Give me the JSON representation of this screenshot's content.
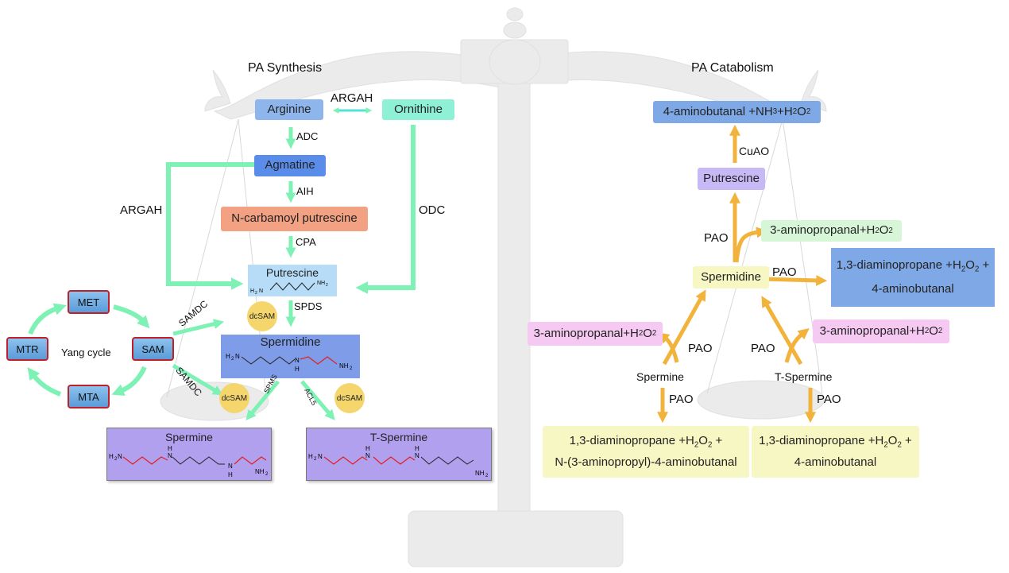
{
  "headings": {
    "synthesis": "PA Synthesis",
    "catabolism": "PA Catabolism"
  },
  "synthesis": {
    "arginine": "Arginine",
    "ornithine": "Ornithine",
    "agmatine": "Agmatine",
    "n_carbamoyl": "N-carbamoyl putrescine",
    "putrescine": "Putrescine",
    "spermidine": "Spermidine",
    "spermine": "Spermine",
    "t_spermine": "T-Spermine",
    "enzymes": {
      "argah_top": "ARGAH",
      "adc": "ADC",
      "aih": "AIH",
      "cpa": "CPA",
      "spds": "SPDS",
      "argah_left": "ARGAH",
      "odc": "ODC",
      "samdc_upper": "SAMDC",
      "samdc_lower": "SAMDC",
      "spms": "SPMS",
      "acl5": "ACL5"
    },
    "dcsam": [
      "dcSAM",
      "dcSAM",
      "dcSAM"
    ],
    "atoms": {
      "h2n": "H2N",
      "nh2": "NH2",
      "n": "N",
      "h": "H"
    }
  },
  "yang_cycle": {
    "met": "MET",
    "sam": "SAM",
    "mta": "MTA",
    "mtr": "MTR",
    "label": "Yang cycle"
  },
  "catabolism": {
    "top_product": {
      "a": "4-aminobutanal +NH",
      "b": "3",
      "c": " +H",
      "d": "2",
      "e": "O",
      "f": "2"
    },
    "cuao": "CuAO",
    "putrescine": "Putrescine",
    "pao": "PAO",
    "spermidine": "Spermidine",
    "aminopropanal": {
      "a": "3-aminopropanal+H",
      "b": "2",
      "c": "O",
      "d": "2"
    },
    "spd_product": {
      "line1a": "1,3-diaminopropane +H",
      "line1b": "2",
      "line1c": "O",
      "line1d": "2",
      "line1e": " +",
      "line2": "4-aminobutanal"
    },
    "spermine": "Spermine",
    "t_spermine": "T-Spermine",
    "spm_product": {
      "line1a": "1,3-diaminopropane +H",
      "line1b": "2",
      "line1c": "O",
      "line1d": "2",
      "line1e": " +",
      "line2": "N-(3-aminopropyl)-4-aminobutanal"
    },
    "tspm_product": {
      "line1a": "1,3-diaminopropane +H",
      "line1b": "2",
      "line1c": "O",
      "line1d": "2",
      "line1e": " +",
      "line2": "4-aminobutanal"
    }
  },
  "colors": {
    "green_arrow": "#7df2b4",
    "orange_arrow": "#f2b33c",
    "arginine": "#8fb6ec",
    "ornithine": "#8ef0d4",
    "agmatine": "#5a8dea",
    "carbamoyl": "#f2a282",
    "putrescine": "#b6dcf7",
    "spermidine": "#7f9ce8",
    "spermine": "#b1a0ee",
    "yellow": "#f7f7c3",
    "lavender": "#c7b9f5",
    "pink": "#f6c9f3",
    "mint": "#d7f5d7",
    "blue_box": "#7fa9e6"
  }
}
